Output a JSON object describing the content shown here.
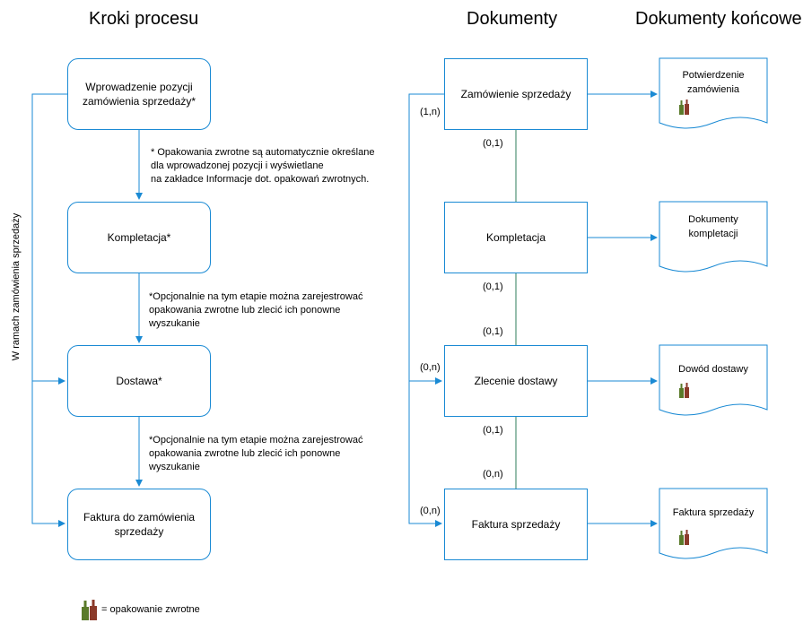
{
  "headers": {
    "steps": "Kroki procesu",
    "documents": "Dokumenty",
    "final_documents": "Dokumenty końcowe"
  },
  "vertical_label": "W ramach zamówienia sprzedaży",
  "steps": [
    "Wprowadzenie pozycji zamówienia sprzedaży*",
    "Kompletacja*",
    "Dostawa*",
    "Faktura do zamówienia sprzedaży"
  ],
  "notes": [
    [
      "* Opakowania zwrotne są automatycznie określane",
      "dla wprowadzonej pozycji i wyświetlane",
      "na zakładce Informacje dot. opakowań zwrotnych."
    ],
    [
      "*Opcjonalnie na tym etapie można zarejestrować",
      "opakowania zwrotne lub zlecić ich ponowne",
      "wyszukanie"
    ],
    [
      "*Opcjonalnie na tym etapie można zarejestrować",
      "opakowania zwrotne lub zlecić ich ponowne",
      "wyszukanie"
    ]
  ],
  "documents": [
    "Zamówienie sprzedaży",
    "Kompletacja",
    "Zlecenie dostawy",
    "Faktura sprzedaży"
  ],
  "final_documents": [
    "Potwierdzenie zamówienia",
    "Dokumenty kompletacji",
    "Dowód dostawy",
    "Faktura sprzedaży"
  ],
  "cardinalities": {
    "left_order": "(1,n)",
    "order_below": "(0,1)",
    "pick_below": "(0,1)",
    "delivery_above": "(0,1)",
    "left_delivery": "(0,n)",
    "delivery_below": "(0,1)",
    "invoice_above": "(0,n)",
    "left_invoice": "(0,n)"
  },
  "legend": "= opakowanie zwrotne",
  "colors": {
    "line": "#1a8ad4",
    "connector": "#2e7d5b",
    "bottle_green": "#5a7a2a",
    "bottle_red": "#8b3a2a"
  }
}
